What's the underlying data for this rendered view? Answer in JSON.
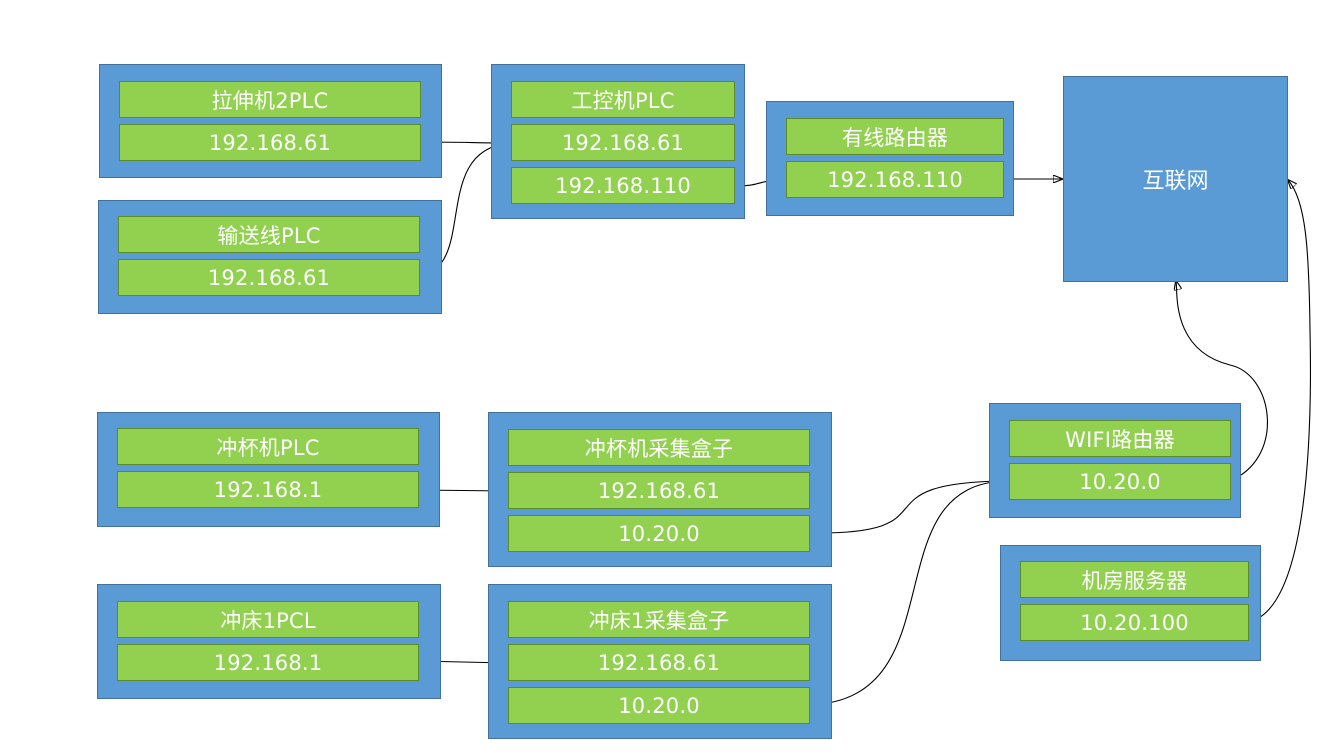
{
  "nodes": {
    "stretcher_plc": {
      "title": "拉伸机2PLC",
      "ip": "192.168.61"
    },
    "conveyor_plc": {
      "title": "输送线PLC",
      "ip": "192.168.61"
    },
    "ipc_plc": {
      "title": "工控机PLC",
      "ip_a": "192.168.61",
      "ip_b": "192.168.110"
    },
    "wired_router": {
      "title": "有线路由器",
      "ip": "192.168.110"
    },
    "internet": {
      "title": "互联网"
    },
    "cup_punch_plc": {
      "title": "冲杯机PLC",
      "ip": "192.168.1"
    },
    "cup_punch_box": {
      "title": "冲杯机采集盒子",
      "ip_a": "192.168.61",
      "ip_b": "10.20.0"
    },
    "wifi_router": {
      "title": "WIFI路由器",
      "ip": "10.20.0"
    },
    "press1_plc": {
      "title": "冲床1PCL",
      "ip": "192.168.1"
    },
    "press1_box": {
      "title": "冲床1采集盒子",
      "ip_a": "192.168.61",
      "ip_b": "10.20.0"
    },
    "server_room": {
      "title": "机房服务器",
      "ip": "10.20.100"
    }
  },
  "colors": {
    "node_fill": "#5b9bd5",
    "field_fill": "#92d050",
    "text": "#ffffff",
    "connector": "#000000"
  }
}
